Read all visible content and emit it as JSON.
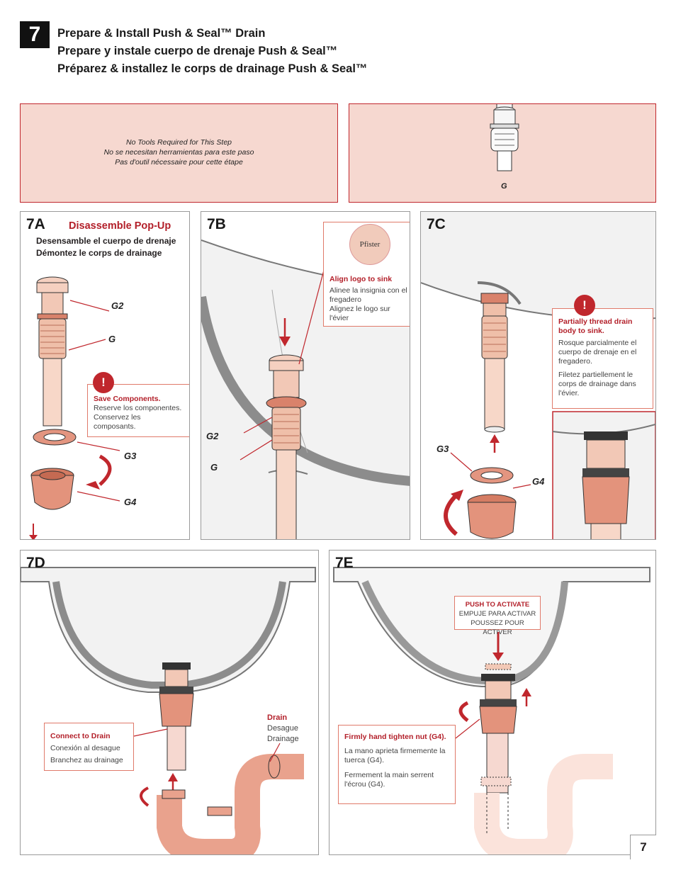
{
  "step": {
    "number": "7"
  },
  "titles": {
    "en": "Prepare & Install Push & Seal™ Drain",
    "es": "Prepare y instale cuerpo de drenaje Push & Seal™",
    "fr": "Préparez & installez le corps de drainage Push & Seal™"
  },
  "tools_note": {
    "en": "No Tools Required for This Step",
    "es": "No se necesitan herramientas para este paso",
    "fr": "Pas d'outil nécessaire pour cette étape"
  },
  "parts_box": {
    "label": "G"
  },
  "panel_7a": {
    "label": "7A",
    "heading": "Disassemble Pop-Up",
    "sub_es": "Desensamble el cuerpo de drenaje",
    "sub_fr": "Démontez le corps de drainage",
    "parts": {
      "g2": "G2",
      "g": "G",
      "g3": "G3",
      "g4": "G4"
    },
    "warning": {
      "icon": "!",
      "title": "Save Components.",
      "es": "Reserve los componentes.",
      "fr": "Conservez les composants."
    }
  },
  "panel_7b": {
    "label": "7B",
    "logo": "Pfister",
    "callout": {
      "title": "Align logo to sink",
      "es": "Alinee la insignia con el fregadero",
      "fr": "Alignez le logo sur l'évier"
    },
    "parts": {
      "g2": "G2",
      "g": "G"
    }
  },
  "panel_7c": {
    "label": "7C",
    "parts": {
      "g3": "G3",
      "g4": "G4"
    },
    "warning": {
      "icon": "!",
      "title": "Partially thread drain body to sink.",
      "es": "Rosque parcialmente el cuerpo de drenaje en el fregadero.",
      "fr": "Filetez partiellement le corps de drainage dans l'évier."
    }
  },
  "panel_7d": {
    "label": "7D",
    "connect": {
      "title": "Connect to Drain",
      "es": "Conexión al desague",
      "fr": "Branchez au drainage"
    },
    "drain": {
      "title": "Drain",
      "es": "Desague",
      "fr": "Drainage"
    }
  },
  "panel_7e": {
    "label": "7E",
    "push": {
      "title": "PUSH TO ACTIVATE",
      "es": "EMPUJE PARA ACTIVAR",
      "fr": "POUSSEZ POUR ACTIVER"
    },
    "tighten": {
      "title": "Firmly hand tighten nut (G4).",
      "es": "La mano aprieta firmemente la tuerca (G4).",
      "fr": "Fermement la main serrent l'écrou (G4)."
    }
  },
  "page": {
    "number": "7"
  },
  "colors": {
    "accent": "#c0272d",
    "part": "#f0c6b4",
    "part_dark": "#d9826b",
    "sink": "#8c8c8c"
  }
}
